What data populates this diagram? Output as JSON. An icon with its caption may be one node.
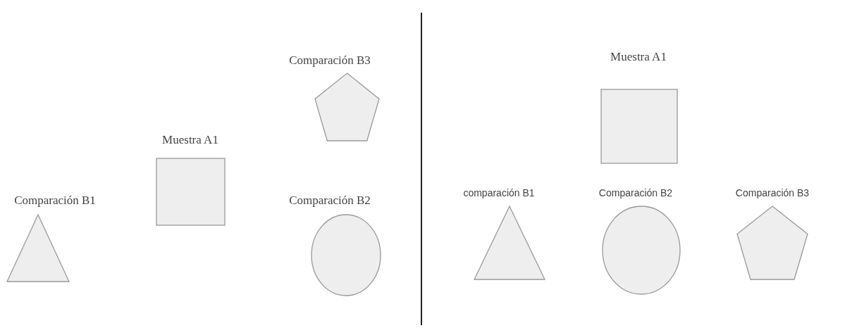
{
  "diagram": {
    "nodes": [
      {
        "text": [
          "Comparación B3"
        ]
      },
      {
        "text": [
          "Muestra A1"
        ]
      },
      {
        "text": [
          "Comparación B1"
        ]
      },
      {
        "text": [
          "Comparación B2"
        ]
      },
      {
        "text": [
          "Muestra A1"
        ]
      },
      {
        "text": [
          "comparación B1"
        ]
      },
      {
        "text": [
          "Comparación B2"
        ]
      },
      {
        "text": [
          "Comparación B3"
        ]
      }
    ]
  }
}
